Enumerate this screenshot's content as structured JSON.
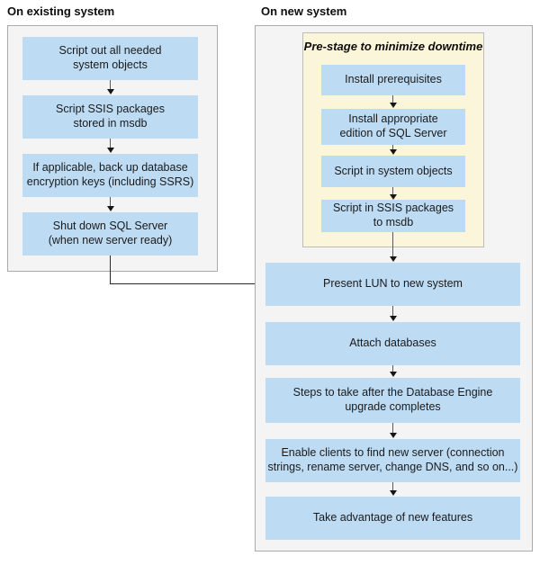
{
  "diagram": {
    "existing_system": {
      "title": "On existing system",
      "steps": [
        "Script out all needed\nsystem objects",
        "Script SSIS packages\nstored in msdb",
        "If applicable, back up database\nencryption keys (including SSRS)",
        "Shut down SQL Server\n(when new server ready)"
      ]
    },
    "new_system": {
      "title": "On new system",
      "prestage": {
        "title": "Pre-stage to minimize downtime",
        "steps": [
          "Install prerequisites",
          "Install appropriate\nedition of SQL Server",
          "Script in system objects",
          "Script in SSIS packages\nto msdb"
        ]
      },
      "steps": [
        "Present LUN to new system",
        "Attach databases",
        "Steps to take after the Database Engine\nupgrade completes",
        "Enable clients to find new server (connection\nstrings, rename server, change DNS, and so on...)",
        "Take advantage of new features"
      ]
    },
    "colors": {
      "step_box_blue": "#bddbf3",
      "panel_gray": "#f4f4f4",
      "panel_border": "#aaaaaa",
      "prestage_yellow": "#fbf5d9",
      "arrow_black": "#161616"
    }
  }
}
